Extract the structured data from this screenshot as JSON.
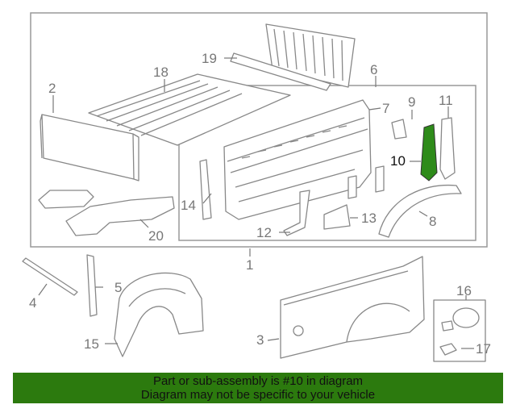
{
  "callouts": {
    "c1": "1",
    "c2": "2",
    "c3": "3",
    "c4": "4",
    "c5": "5",
    "c6": "6",
    "c7": "7",
    "c8": "8",
    "c9": "9",
    "c10": "10",
    "c11": "11",
    "c12": "12",
    "c13": "13",
    "c14": "14",
    "c15": "15",
    "c16": "16",
    "c17": "17",
    "c18": "18",
    "c19": "19",
    "c20": "20"
  },
  "highlight": {
    "part": "10",
    "color": "#2e8b1a"
  },
  "banner": {
    "line1": "Part or sub-assembly is #10 in diagram",
    "line2": "Diagram may not be specific to your vehicle",
    "color": "#2c7a0e"
  }
}
